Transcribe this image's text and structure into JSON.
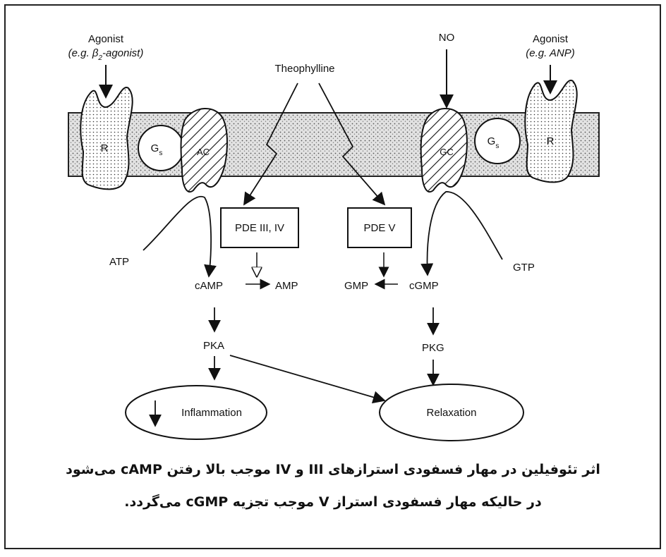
{
  "agonist_left": {
    "line1": "Agonist",
    "line2_prefix": "(e.g. β",
    "line2_sub": "2",
    "line2_suffix": "-agonist)"
  },
  "agonist_right": {
    "line1": "Agonist",
    "line2": "(e.g. ANP)"
  },
  "no_label": "NO",
  "theophylline": "Theophylline",
  "receptor_left": "R",
  "gs_left_main": "G",
  "gs_left_sub": "s",
  "ac_label": "AC",
  "gc_label": "GC",
  "gs_right_main": "G",
  "gs_right_sub": "s",
  "receptor_right": "R",
  "pde_left": "PDE III, IV",
  "pde_right": "PDE V",
  "atp": "ATP",
  "gtp": "GTP",
  "camp": "cAMP",
  "amp": "AMP",
  "gmp": "GMP",
  "cgmp": "cGMP",
  "pka": "PKA",
  "pkg": "PKG",
  "inflammation": "Inflammation",
  "relaxation": "Relaxation",
  "caption_line1": "اثر تئوفیلین در مهار فسفودی استرازهای III و IV موجب بالا رفتن cAMP می‌شود",
  "caption_line2": "در حالیکه مهار فسفودی استراز V موجب تجزیه cGMP می‌گردد."
}
